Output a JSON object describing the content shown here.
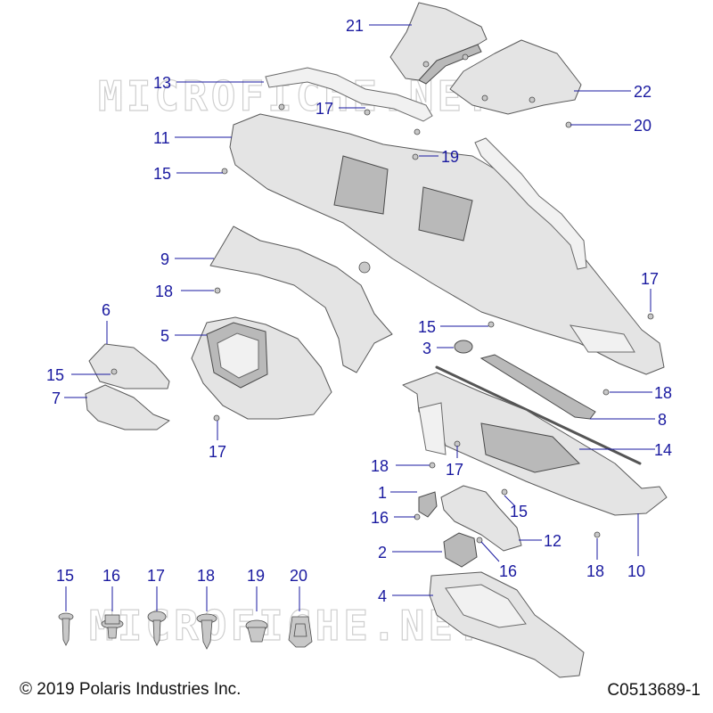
{
  "watermark": "MICROFICHE.NET",
  "copyright": "© 2019 Polaris Industries Inc.",
  "figure_code": "C0513689-1",
  "callouts": {
    "c21": "21",
    "c22": "22",
    "c13": "13",
    "c17a": "17",
    "c20a": "20",
    "c11": "11",
    "c19a": "19",
    "c15a": "15",
    "c9": "9",
    "c18a": "18",
    "c17b": "17",
    "c6": "6",
    "c5": "5",
    "c15b": "15",
    "c3": "3",
    "c15c": "15",
    "c7": "7",
    "c17c": "17",
    "c18b": "18",
    "c8": "8",
    "c14": "14",
    "c18c": "18",
    "c17d": "17",
    "c1": "1",
    "c15d": "15",
    "c16a": "16",
    "c12": "12",
    "c2": "2",
    "c16b": "16",
    "c18d": "18",
    "c10": "10",
    "c4": "4"
  },
  "legend": [
    {
      "id": "15",
      "icon": "screw-icon"
    },
    {
      "id": "16",
      "icon": "flange-screw-icon"
    },
    {
      "id": "17",
      "icon": "pan-head-screw-icon"
    },
    {
      "id": "18",
      "icon": "push-rivet-icon"
    },
    {
      "id": "19",
      "icon": "plug-icon"
    },
    {
      "id": "20",
      "icon": "clip-nut-icon"
    }
  ]
}
